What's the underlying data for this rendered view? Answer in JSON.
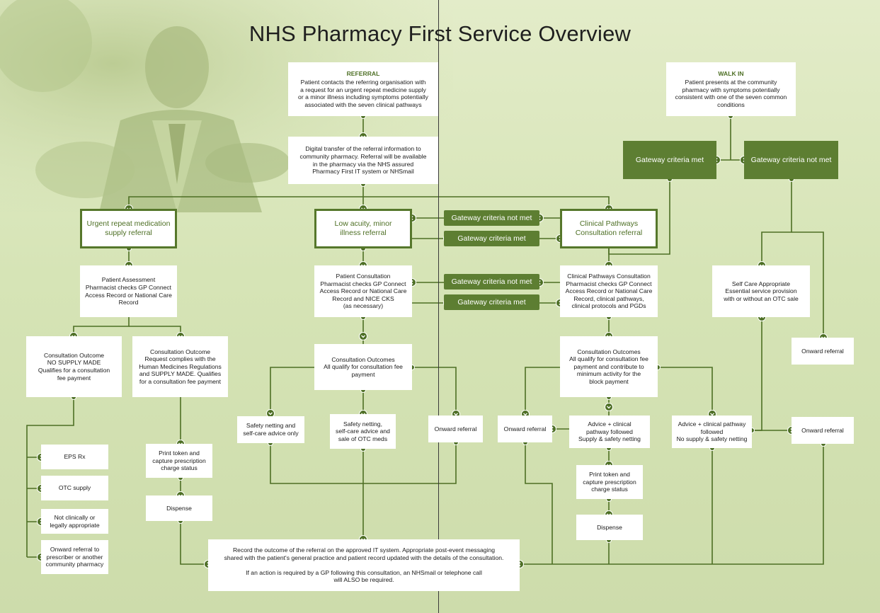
{
  "title": "NHS Pharmacy First Service Overview",
  "colors": {
    "accent": "#5d7e32",
    "background": "#d6e4b6",
    "line": "#4d6f24"
  },
  "referral": {
    "heading": "REFERRAL",
    "lines": [
      "Patient contacts the referring organisation with",
      "a request for an urgent repeat medicine supply",
      "or a minor illness including symptoms potentially",
      "associated with the seven clinical pathways"
    ]
  },
  "walk_in": {
    "heading": "WALK IN",
    "lines": [
      "Patient presents at the community",
      "pharmacy with symptoms potentially",
      "consistent with one of the seven common",
      "conditions"
    ]
  },
  "digital_transfer": {
    "lines": [
      "Digital transfer of the referral information to",
      "community pharmacy. Referral will be available",
      "in the pharmacy via the NHS assured",
      "Pharmacy First IT system or NHSmail"
    ]
  },
  "gateway_met_top": "Gateway criteria met",
  "gateway_not_met_top": "Gateway criteria not met",
  "urgent_repeat": {
    "lines": [
      "Urgent repeat medication",
      "supply referral"
    ]
  },
  "low_acuity": {
    "lines": [
      "Low acuity, minor",
      "illness referral"
    ]
  },
  "clinical_pathways_referral": {
    "lines": [
      "Clinical Pathways",
      "Consultation referral"
    ]
  },
  "pills": {
    "gw_not_met_1": "Gateway criteria not met",
    "gw_met_1": "Gateway criteria met",
    "gw_not_met_2": "Gateway criteria not met",
    "gw_met_2": "Gateway criteria met"
  },
  "patient_assessment": {
    "lines": [
      "Patient Assessment",
      "Pharmacist checks GP Connect",
      "Access Record or National Care",
      "Record"
    ]
  },
  "patient_consultation": {
    "lines": [
      "Patient Consultation",
      "Pharmacist checks GP Connect",
      "Access Record or National Care",
      "Record and NICE CKS",
      "(as necessary)"
    ]
  },
  "cp_consultation": {
    "lines": [
      "Clinical Pathways Consultation",
      "Pharmacist checks GP Connect",
      "Access Record or National Care",
      "Record, clinical pathways,",
      "clinical protocols and PGDs"
    ]
  },
  "self_care": {
    "lines": [
      "Self Care Appropriate",
      "Essential service provision",
      "with or without an OTC sale"
    ]
  },
  "outcome_no_supply": {
    "lines": [
      "Consultation Outcome",
      "NO SUPPLY MADE",
      "Qualifies for a consultation",
      "fee payment"
    ]
  },
  "outcome_supply": {
    "lines": [
      "Consultation Outcome",
      "Request complies with the",
      "Human Medicines Regulations",
      "and SUPPLY MADE. Qualifies",
      "for a consultation fee payment"
    ]
  },
  "outcomes_low": {
    "lines": [
      "Consultation Outcomes",
      "All qualify for consultation fee",
      "payment"
    ]
  },
  "outcomes_cp": {
    "lines": [
      "Consultation Outcomes",
      "All qualify for consultation fee",
      "payment and contribute to",
      "minimum activity for the",
      "block payment"
    ]
  },
  "onward_referral_right_top": "Onward referral",
  "safety_netting_only": {
    "lines": [
      "Safety netting and",
      "self-care advice only"
    ]
  },
  "safety_netting_otc": {
    "lines": [
      "Safety netting,",
      "self-care advice and",
      "sale of OTC meds"
    ]
  },
  "onward_referral_low": "Onward referral",
  "onward_referral_cp": "Onward referral",
  "advice_followed": {
    "lines": [
      "Advice + clinical",
      "pathway followed",
      "Supply & safety netting"
    ]
  },
  "advice_no_supply": {
    "lines": [
      "Advice + clinical pathway",
      "followed",
      "No supply & safety netting"
    ]
  },
  "onward_referral_right_bottom": "Onward referral",
  "eps_rx": "EPS Rx",
  "otc_supply": "OTC supply",
  "not_clinically": {
    "lines": [
      "Not clinically or",
      "legally appropriate"
    ]
  },
  "onward_prescriber": {
    "lines": [
      "Onward referral to",
      "prescriber or another",
      "community pharmacy"
    ]
  },
  "print_token_left": {
    "lines": [
      "Print token and",
      "capture prescription",
      "charge status"
    ]
  },
  "dispense_left": "Dispense",
  "print_token_right": {
    "lines": [
      "Print token and",
      "capture prescription",
      "charge status"
    ]
  },
  "dispense_right": "Dispense",
  "record_outcome": {
    "lines": [
      "Record the outcome of the referral on the approved IT system. Appropriate post-event messaging",
      "shared with the patient's general practice and patient record updated with the details of the consultation.",
      "",
      "If an action is required by a GP following this consultation, an NHSmail or telephone call",
      "will ALSO be required."
    ]
  }
}
